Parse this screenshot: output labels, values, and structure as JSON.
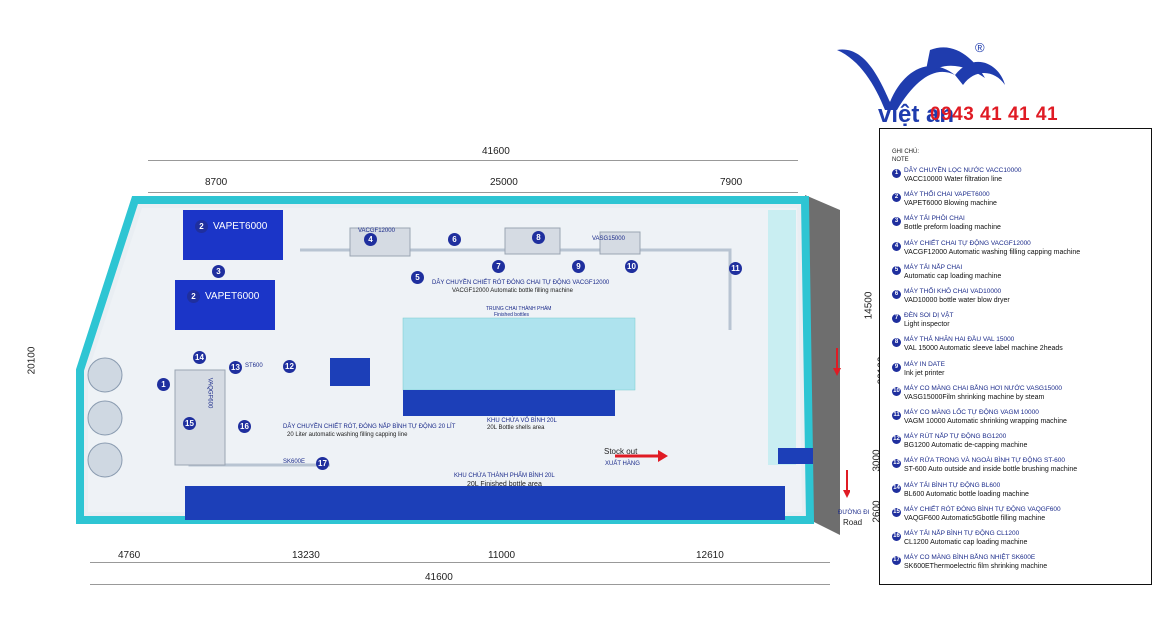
{
  "dimensions": {
    "top_total": "41600",
    "top_segments": [
      "8700",
      "25000",
      "7900"
    ],
    "bottom_total": "41600",
    "bottom_segments": [
      "4760",
      "13230",
      "11000",
      "12610"
    ],
    "left_total": "20100",
    "right_total": "20100",
    "right_segments": [
      "14500",
      "3000",
      "2600"
    ]
  },
  "floor": {
    "machines": [
      {
        "id": "2",
        "label": "VAPET6000"
      },
      {
        "id": "2",
        "label": "VAPET6000"
      },
      {
        "id": "4",
        "label": "VACGF12000"
      },
      {
        "id": "10",
        "label": "VASG15000"
      },
      {
        "id": "13",
        "label": "ST600"
      },
      {
        "id": "15",
        "label": "VAQGF600"
      },
      {
        "id": "17",
        "label": "SK600E"
      }
    ],
    "texts": {
      "line1_vi": "DÂY CHUYỀN CHIẾT RÓT ĐÓNG CHAI TỰ ĐỘNG VACGF12000",
      "line1_en": "VACGF12000 Automatic bottle filling machine",
      "line2_vi": "DÂY CHUYỀN CHIẾT RÓT, ĐÓNG NẮP BÌNH TỰ ĐỘNG 20 LÍT",
      "line2_en": "20 Liter automatic washing filling capping line",
      "shells_vi": "KHU CHỨA VỎ BÌNH 20L",
      "shells_en": "20L Bottle shells area",
      "finished_vi": "KHU CHỨA THÀNH PHẨM BÌNH 20L",
      "finished_en": "20L Finished bottle area",
      "bottles_area_vi": "TRUNG CHAI THÀNH PHẨM",
      "bottles_area_en": "Finished bottles",
      "stock_out_en": "Stock out",
      "stock_out_vi": "XUẤT HÀNG",
      "road_vi": "ĐƯỜNG ĐI",
      "road_en": "Road"
    }
  },
  "brand": {
    "name": "việt an",
    "phone": "0943 41 41 41",
    "reg": "®"
  },
  "legend": {
    "head_vi": "GHI CHÚ:",
    "head_en": "NOTE",
    "items": [
      {
        "n": "1",
        "vi": "DÂY CHUYỀN LỌC NƯỚC VACC10000",
        "en": "VACC10000 Water filtration line"
      },
      {
        "n": "2",
        "vi": "MÁY THỔI CHAI VAPET6000",
        "en": "VAPET6000 Blowing machine"
      },
      {
        "n": "3",
        "vi": "MÁY TẢI PHÔI CHAI",
        "en": "Bottle preform loading machine"
      },
      {
        "n": "4",
        "vi": "MÁY CHIẾT CHAI TỰ ĐỘNG VACGF12000",
        "en": "VACGF12000 Automatic washing filling capping machine"
      },
      {
        "n": "5",
        "vi": "MÁY TẢI NẮP CHAI",
        "en": "Automatic cap loading machine"
      },
      {
        "n": "6",
        "vi": "MÁY THỔI KHÔ CHAI VAD10000",
        "en": "VAD10000 bottle water blow dryer"
      },
      {
        "n": "7",
        "vi": "ĐÈN SOI DỊ VẬT",
        "en": "Light inspector"
      },
      {
        "n": "8",
        "vi": "MÁY THẢ NHÃN HAI ĐẦU VAL 15000",
        "en": "VAL 15000 Automatic sleeve label machine 2heads"
      },
      {
        "n": "9",
        "vi": "MÁY IN DATE",
        "en": "Ink jet printer"
      },
      {
        "n": "10",
        "vi": "MÁY CO MÀNG CHAI BẰNG HƠI NƯỚC VASG15000",
        "en": "VASG15000Film shrinking machine by steam"
      },
      {
        "n": "11",
        "vi": "MÁY CO MÀNG LỐC TỰ ĐỘNG VAGM 10000",
        "en": "VAGM 10000 Automatic shrinking wrapping machine"
      },
      {
        "n": "12",
        "vi": "MÁY RÚT NẮP TỰ ĐỘNG BG1200",
        "en": "BG1200 Automatic de-capping machine"
      },
      {
        "n": "13",
        "vi": "MÁY RỬA TRONG VÀ NGOÀI BÌNH TỰ ĐỘNG ST-600",
        "en": "ST-600 Auto outside and inside bottle brushing machine"
      },
      {
        "n": "14",
        "vi": "MÁY TẢI BÌNH TỰ ĐỘNG BL600",
        "en": "BL600 Automatic bottle loading machine"
      },
      {
        "n": "15",
        "vi": "MÁY CHIẾT RÓT ĐÓNG BÌNH TỰ ĐỘNG VAQGF600",
        "en": "VAQGF600 Automatic5Gbottle filling machine"
      },
      {
        "n": "16",
        "vi": "MÁY TẢI NẮP BÌNH TỰ ĐỘNG CL1200",
        "en": "CL1200 Automatic cap loading machine"
      },
      {
        "n": "17",
        "vi": "MÁY CO MÀNG BÌNH BẰNG NHIỆT SK600E",
        "en": "SK600EThermoelectric film shrinking machine"
      }
    ]
  },
  "colors": {
    "wall": "#2ec5d3",
    "machine": "#1b35c8",
    "badge": "#1f2f9e",
    "brand_red": "#e01b24",
    "brand_blue": "#1f3cae"
  }
}
